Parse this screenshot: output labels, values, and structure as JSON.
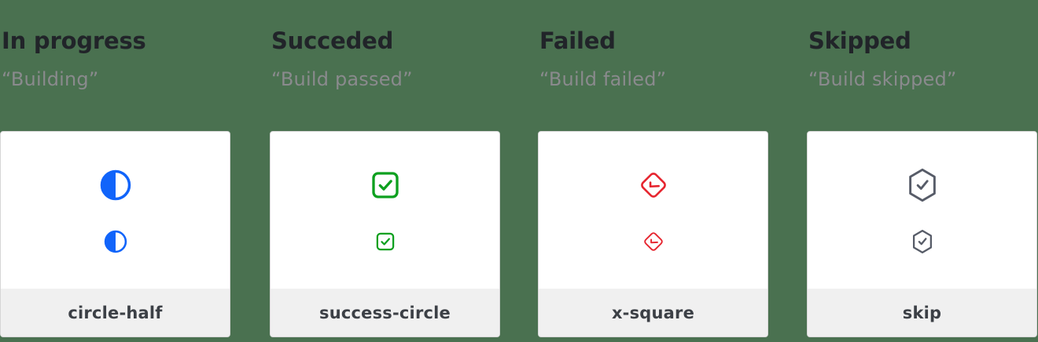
{
  "colors": {
    "background": "#4a7150",
    "card-bg": "#ffffff",
    "card-border": "#d6d6d6",
    "footer-bg": "#f0f0f0",
    "heading": "#212429",
    "subtitle": "#8a8a8d",
    "label": "#3c4046",
    "blue": "#1164fa",
    "green": "#0da01f",
    "red": "#e6242e",
    "slate": "#575c68"
  },
  "columns": [
    {
      "title": "In progress",
      "quote": "“Building”",
      "icon": "circle-half-icon",
      "icon_color": "#1164fa",
      "label": "circle-half"
    },
    {
      "title": "Succeded",
      "quote": "“Build passed”",
      "icon": "check-square-icon",
      "icon_color": "#0da01f",
      "label": "success-circle"
    },
    {
      "title": "Failed",
      "quote": "“Build failed”",
      "icon": "check-diamond-icon",
      "icon_color": "#e6242e",
      "label": "x-square"
    },
    {
      "title": "Skipped",
      "quote": "“Build skipped”",
      "icon": "check-hexagon-icon",
      "icon_color": "#575c68",
      "label": "skip"
    }
  ]
}
